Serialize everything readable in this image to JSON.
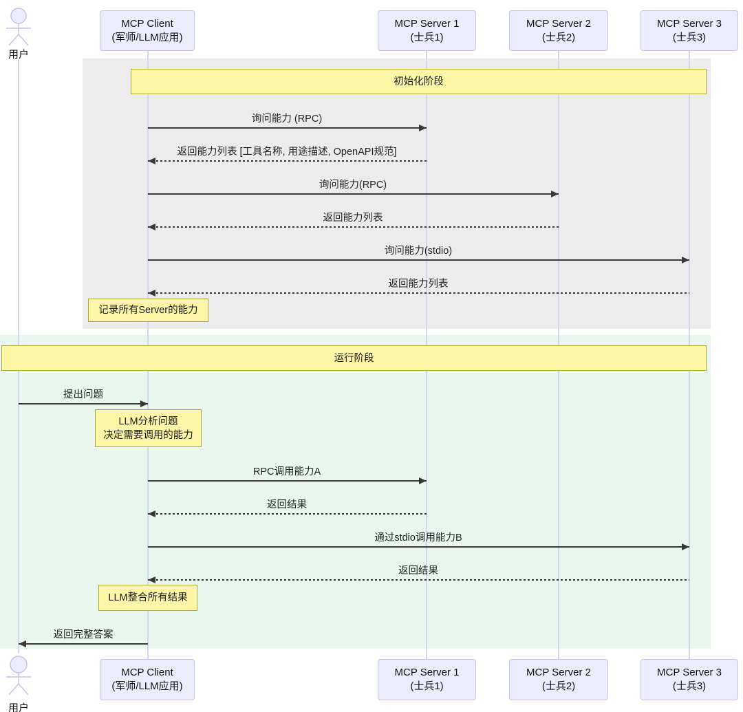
{
  "actor": {
    "label": "用户"
  },
  "participants": [
    {
      "line1": "MCP Client",
      "line2": "(军师/LLM应用)"
    },
    {
      "line1": "MCP Server 1",
      "line2": "(士兵1)"
    },
    {
      "line1": "MCP Server 2",
      "line2": "(士兵2)"
    },
    {
      "line1": "MCP Server 3",
      "line2": "(士兵3)"
    }
  ],
  "phases": {
    "init": {
      "label": "初始化阶段"
    },
    "run": {
      "label": "运行阶段"
    }
  },
  "messages": [
    {
      "label": "询问能力 (RPC)",
      "from": "MCP Client",
      "to": "MCP Server 1",
      "style": "solid"
    },
    {
      "label": "返回能力列表 [工具名称, 用途描述, OpenAPI规范]",
      "from": "MCP Server 1",
      "to": "MCP Client",
      "style": "dotted"
    },
    {
      "label": "询问能力(RPC)",
      "from": "MCP Client",
      "to": "MCP Server 2",
      "style": "solid"
    },
    {
      "label": "返回能力列表",
      "from": "MCP Server 2",
      "to": "MCP Client",
      "style": "dotted"
    },
    {
      "label": "询问能力(stdio)",
      "from": "MCP Client",
      "to": "MCP Server 3",
      "style": "solid"
    },
    {
      "label": "返回能力列表",
      "from": "MCP Server 3",
      "to": "MCP Client",
      "style": "dotted"
    },
    {
      "label": "提出问题",
      "from": "用户",
      "to": "MCP Client",
      "style": "solid"
    },
    {
      "label": "RPC调用能力A",
      "from": "MCP Client",
      "to": "MCP Server 1",
      "style": "solid"
    },
    {
      "label": "返回结果",
      "from": "MCP Server 1",
      "to": "MCP Client",
      "style": "dotted"
    },
    {
      "label": "通过stdio调用能力B",
      "from": "MCP Client",
      "to": "MCP Server 3",
      "style": "solid"
    },
    {
      "label": "返回结果",
      "from": "MCP Server 3",
      "to": "MCP Client",
      "style": "dotted"
    },
    {
      "label": "返回完整答案",
      "from": "MCP Client",
      "to": "用户",
      "style": "solid"
    }
  ],
  "notes": [
    {
      "lines": [
        "记录所有Server的能力"
      ],
      "over": "MCP Client"
    },
    {
      "lines": [
        "LLM分析问题",
        "决定需要调用的能力"
      ],
      "over": "MCP Client"
    },
    {
      "lines": [
        "LLM整合所有结果"
      ],
      "over": "MCP Client"
    }
  ],
  "colors": {
    "note_fill": "#FCF6A6",
    "note_border": "#AAAA33",
    "participant_fill": "#ECECFF",
    "participant_border": "#C9C2EA",
    "lifeline": "#D9D3EE",
    "phase_init_bg": "#ECECEC",
    "phase_run_bg": "#E9F7EE",
    "arrow": "#383838"
  }
}
